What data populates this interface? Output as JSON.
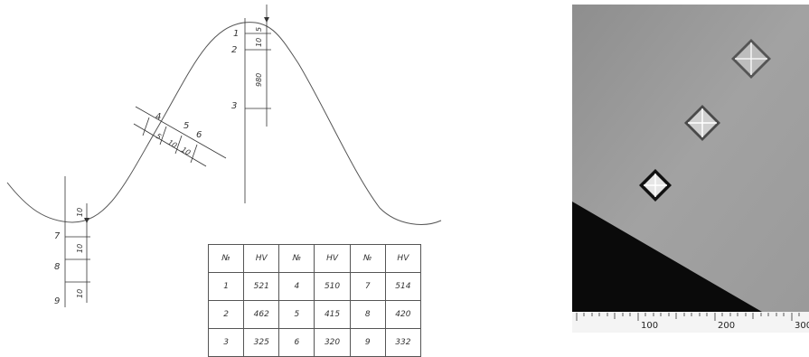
{
  "drawing": {
    "point_labels": [
      "1",
      "2",
      "3",
      "4",
      "5",
      "6",
      "7",
      "8",
      "9"
    ],
    "dimensions": {
      "top_1": "5",
      "top_2": "10",
      "top_3": "980",
      "slope_1": "5",
      "slope_2": "10",
      "slope_3": "10",
      "bottom_1": "10",
      "bottom_2": "10",
      "bottom_3": "10"
    }
  },
  "hardness_table": {
    "headers": [
      "№",
      "HV",
      "№",
      "HV",
      "№",
      "HV"
    ],
    "rows": [
      [
        "1",
        "521",
        "4",
        "510",
        "7",
        "514"
      ],
      [
        "2",
        "462",
        "5",
        "415",
        "8",
        "420"
      ],
      [
        "3",
        "325",
        "6",
        "320",
        "9",
        "332"
      ]
    ]
  },
  "micrograph": {
    "scale_labels": [
      "100",
      "200",
      "300"
    ],
    "indent_count": 3
  }
}
